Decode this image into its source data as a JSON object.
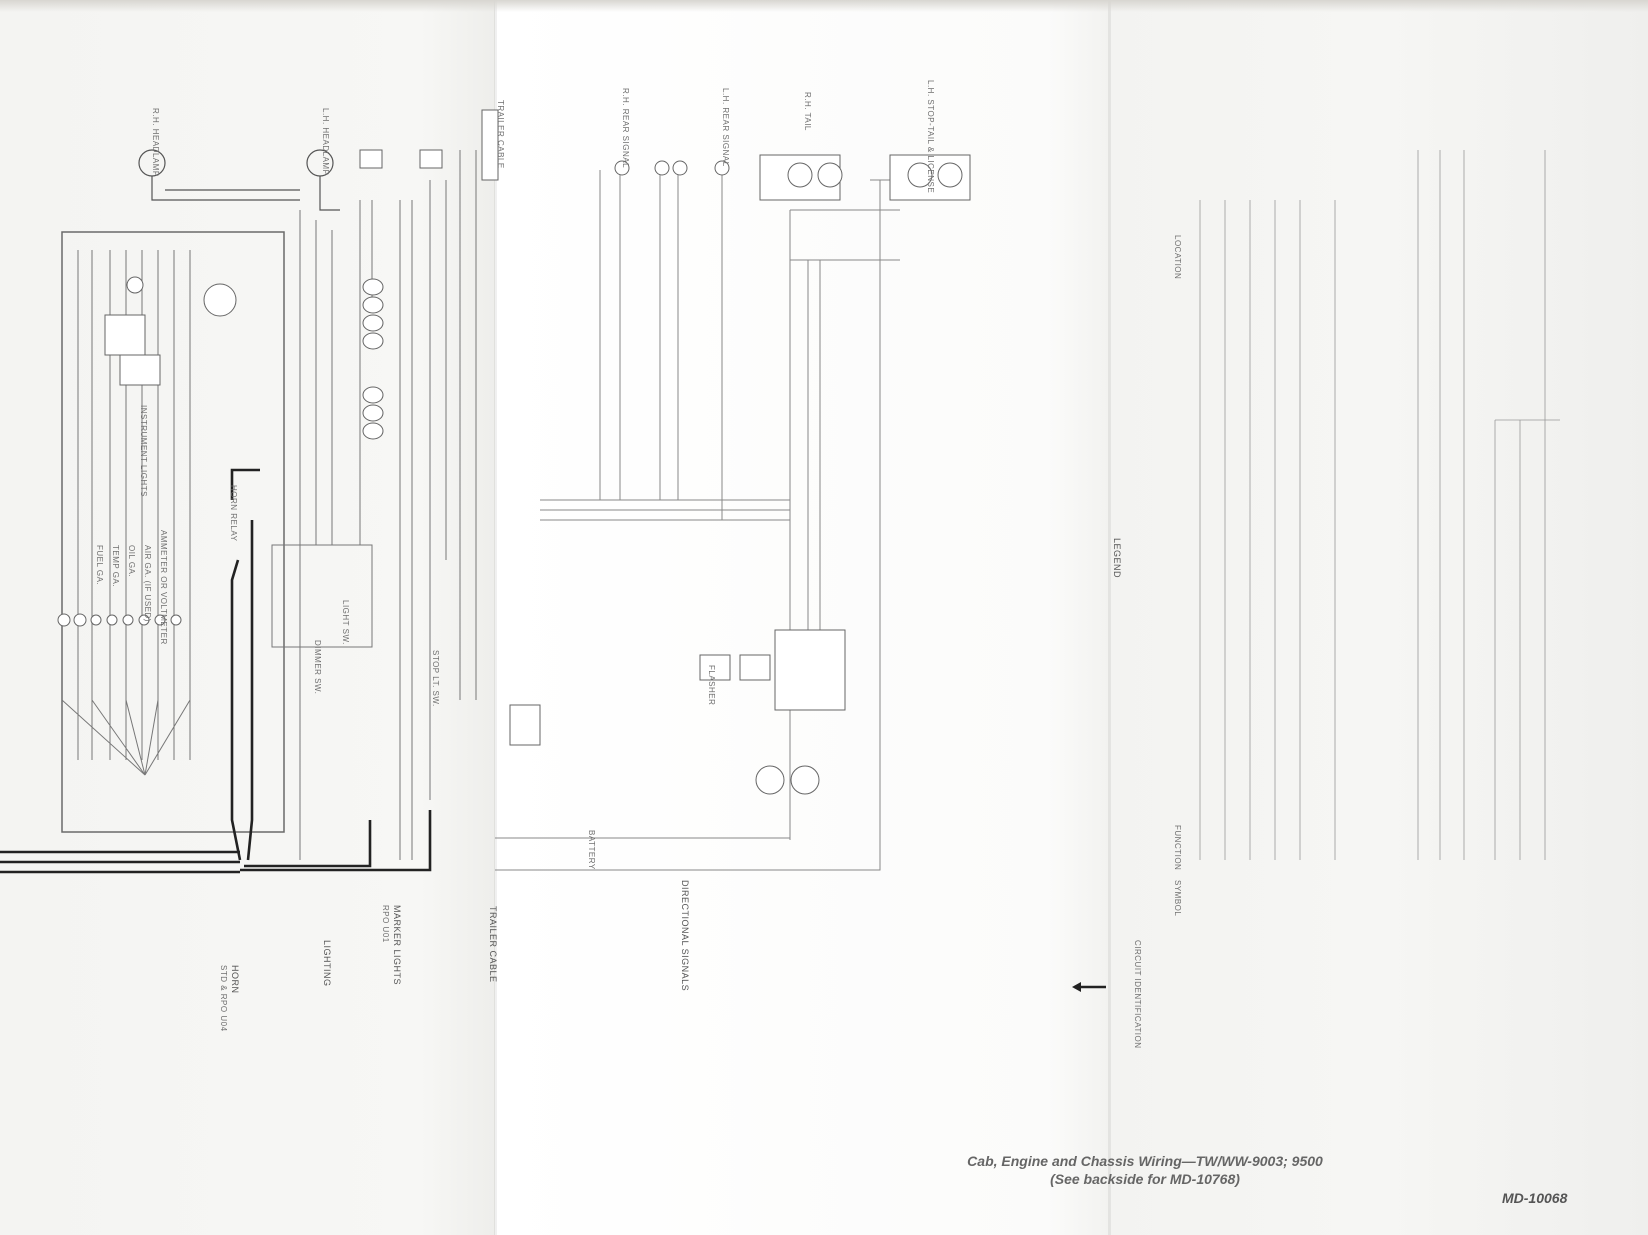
{
  "caption": {
    "title_line1": "Cab, Engine and Chassis Wiring—TW/WW-9003; 9500",
    "title_line2": "(See backside for MD-10768)"
  },
  "document_number": "MD-10068",
  "circuit_labels": {
    "horn": "HORN",
    "horn_option": "STD & RPO U04",
    "lighting": "LIGHTING",
    "marker": "MARKER LIGHTS",
    "marker_option": "RPO U01",
    "trailer": "TRAILER CABLE",
    "directional": "DIRECTIONAL SIGNALS",
    "identification": "CIRCUIT IDENTIFICATION"
  },
  "component_labels": {
    "rh_headlamp": "R.H. HEADLAMP",
    "lh_headlamp": "L.H. HEADLAMP",
    "rh_rear_signal": "R.H. REAR SIGNAL",
    "lh_rear_signal": "L.H. REAR SIGNAL",
    "trailer_cable": "TRAILER CABLE",
    "rh_tail": "R.H. TAIL",
    "lh_tail_license": "L.H. STOP-TAIL & LICENSE",
    "instrument_lights": "INSTRUMENT LIGHTS",
    "fuel_ga": "FUEL GA.",
    "temp_ga": "TEMP GA.",
    "oil_ga": "OIL GA.",
    "air_ga": "AIR GA. (IF USED)",
    "ammeter": "AMMETER OR VOLTMETER",
    "horn_relay": "HORN RELAY",
    "light_switch": "LIGHT SW.",
    "dimmer_switch": "DIMMER SW.",
    "stop_switch": "STOP LT. SW.",
    "flasher": "FLASHER",
    "battery": "BATTERY"
  },
  "legend": {
    "heading": "LEGEND",
    "col_symbol": "SYMBOL",
    "col_function": "FUNCTION",
    "col_location": "LOCATION"
  },
  "colors": {
    "wire": "#2a2a2a",
    "wire_light": "#7a7a7a",
    "paper": "#f7f7f5"
  }
}
